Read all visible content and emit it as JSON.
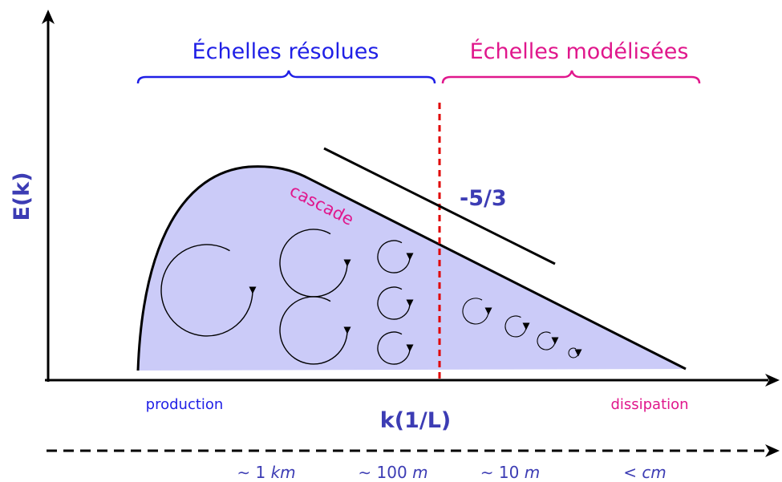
{
  "diagram": {
    "labels": {
      "resolved": "Échelles résolues",
      "modeled": "Échelles modélisées",
      "y_axis": "E(k)",
      "x_axis": "k(1/L)",
      "slope": "-5/3",
      "cascade": "cascade",
      "production": "production",
      "dissipation": "dissipation"
    },
    "scales": [
      {
        "prefix": "∼ 1 ",
        "unit": "km"
      },
      {
        "prefix": "∼ 100 ",
        "unit": "m"
      },
      {
        "prefix": "∼ 10 ",
        "unit": "m"
      },
      {
        "prefix": "< ",
        "unit": "cm"
      }
    ],
    "colors": {
      "blue_text": "#3c3cb4",
      "resolved_brace": "#1f1fe6",
      "magenta": "#e0178c",
      "fill": "#cbcbf8",
      "cutoff": "#e00000"
    }
  }
}
